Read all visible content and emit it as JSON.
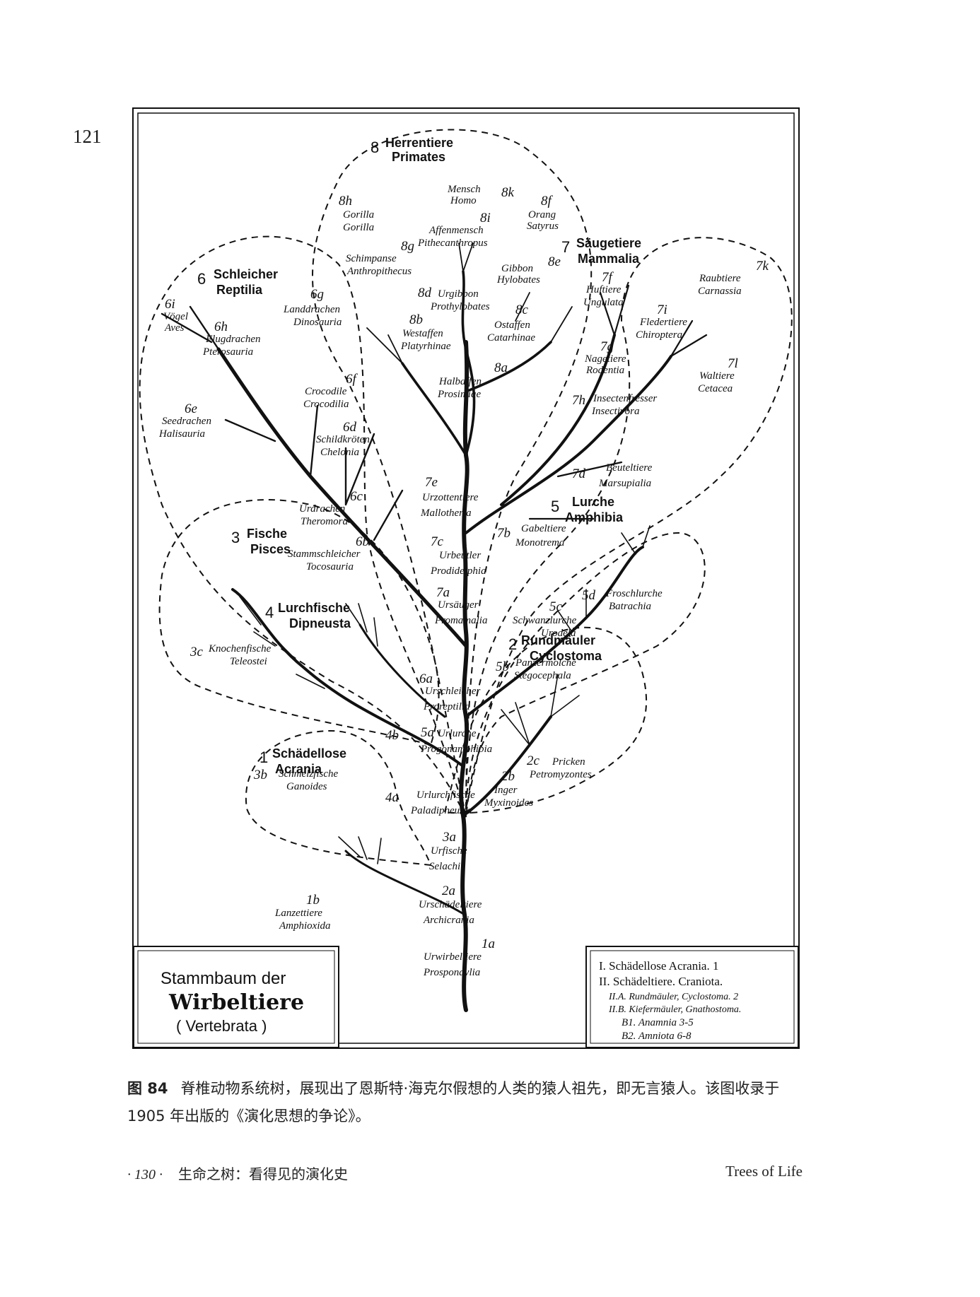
{
  "page_number": "121",
  "title_box": {
    "line1": "Stammbaum der",
    "line2": "Wirbeltiere",
    "line3": "( Vertebrata )"
  },
  "legend_box": {
    "l1": "I. Schädellose Acrania. 1",
    "l2": "II. Schädeltiere. Craniota.",
    "l3": "II.A. Rundmäuler, Cyclostoma. 2",
    "l4": "II.B. Kiefermäuler, Gnathostoma.",
    "l5": "B1. Anamnia 3-5",
    "l6": "B2. Amniota 6-8"
  },
  "groups": {
    "g1": {
      "num": "1",
      "de": "Schädellose",
      "lat": "Acrania"
    },
    "g2": {
      "num": "2",
      "de": "Rundmäuler",
      "lat": "Cyclostoma"
    },
    "g3": {
      "num": "3",
      "de": "Fische",
      "lat": "Pisces"
    },
    "g4": {
      "num": "4",
      "de": "Lurchfische",
      "lat": "Dipneusta"
    },
    "g5": {
      "num": "5",
      "de": "Lurche",
      "lat": "Amphibia"
    },
    "g6": {
      "num": "6",
      "de": "Schleicher",
      "lat": "Reptilia"
    },
    "g7": {
      "num": "7",
      "de": "Säugetiere",
      "lat": "Mammalia"
    },
    "g8": {
      "num": "8",
      "de": "Herrentiere",
      "lat": "Primates"
    }
  },
  "nodes": {
    "n1a": {
      "code": "1a",
      "de": "Urwirbeltiere",
      "lat": "Prospondylia"
    },
    "n1b": {
      "code": "1b",
      "de": "Lanzettiere",
      "lat": "Amphioxida"
    },
    "n2a": {
      "code": "2a",
      "de": "Urschädeltiere",
      "lat": "Archicrania"
    },
    "n2b": {
      "code": "2b",
      "de": "Inger",
      "lat": "Myxinoides"
    },
    "n2c": {
      "code": "2c",
      "de": "Pricken",
      "lat": "Petromyzontes"
    },
    "n3a": {
      "code": "3a",
      "de": "Urfische",
      "lat": "Selachii"
    },
    "n3b": {
      "code": "3b",
      "de": "Schmelzfische",
      "lat": "Ganoides"
    },
    "n3c": {
      "code": "3c",
      "de": "Knochenfische",
      "lat": "Teleostei"
    },
    "n4a": {
      "code": "4a",
      "de": "Urlurchfische",
      "lat": "Paladipneusta"
    },
    "n4b": {
      "code": "4b"
    },
    "n5a": {
      "code": "5a",
      "de": "Urlurche",
      "lat": "Progonamphibia"
    },
    "n5b": {
      "code": "5b",
      "de": "Panzermolche",
      "lat": "Stegocephala"
    },
    "n5c": {
      "code": "5c",
      "de": "Schwanzlurche",
      "lat": "Urodela"
    },
    "n5d": {
      "code": "5d",
      "de": "Froschlurche",
      "lat": "Batrachia"
    },
    "n6a": {
      "code": "6a",
      "de": "Urschleicher",
      "lat": "Proreptilia"
    },
    "n6b": {
      "code": "6b",
      "de": "Stammschleicher",
      "lat": "Tocosauria"
    },
    "n6c": {
      "code": "6c",
      "de": "Urdrachen",
      "lat": "Theromora"
    },
    "n6d": {
      "code": "6d",
      "de": "Schildkröten",
      "lat": "Chelonia"
    },
    "n6e": {
      "code": "6e",
      "de": "Seedrachen",
      "lat": "Halisauria"
    },
    "n6f": {
      "code": "6f",
      "de": "Crocodile",
      "lat": "Crocodilia"
    },
    "n6g": {
      "code": "6g",
      "de": "Landdrachen",
      "lat": "Dinosauria"
    },
    "n6h": {
      "code": "6h",
      "de": "Flugdrachen",
      "lat": "Pterosauria"
    },
    "n6i": {
      "code": "6i",
      "de": "Vögel",
      "lat": "Aves"
    },
    "n7a": {
      "code": "7a",
      "de": "Ursäuger",
      "lat": "Promamalia"
    },
    "n7b": {
      "code": "7b",
      "de": "Gabeltiere",
      "lat": "Monotrema"
    },
    "n7c": {
      "code": "7c",
      "de": "Urbeutler",
      "lat": "Prodidelphia"
    },
    "n7d": {
      "code": "7d",
      "de": "Beuteltiere",
      "lat": "Marsupialia"
    },
    "n7e": {
      "code": "7e",
      "de": "Urzottentiere",
      "lat": "Mallotheria"
    },
    "n7f": {
      "code": "7f",
      "de": "Huftiere",
      "lat": "Ungulata"
    },
    "n7g": {
      "code": "7g",
      "de": "Nagetiere",
      "lat": "Rodentia"
    },
    "n7h": {
      "code": "7h",
      "de": "Insectenfresser",
      "lat": "Insectivora"
    },
    "n7i": {
      "code": "7i",
      "de": "Fledertiere",
      "lat": "Chiroptera"
    },
    "n7k": {
      "code": "7k",
      "de": "Raubtiere",
      "lat": "Carnassia"
    },
    "n7l": {
      "code": "7l",
      "de": "Waltiere",
      "lat": "Cetacea"
    },
    "n8a": {
      "code": "8a",
      "de": "Halbaffen",
      "lat": "Prosimiae"
    },
    "n8b": {
      "code": "8b",
      "de": "Westaffen",
      "lat": "Platyrhinae"
    },
    "n8c": {
      "code": "8c",
      "de": "Ostaffen",
      "lat": "Catarhinae"
    },
    "n8d": {
      "code": "8d",
      "de": "Urgibbon",
      "lat": "Prothylobates"
    },
    "n8e": {
      "code": "8e",
      "de": "Gibbon",
      "lat": "Hylobates"
    },
    "n8f": {
      "code": "8f",
      "de": "Orang",
      "lat": "Satyrus"
    },
    "n8g": {
      "code": "8g",
      "de": "Schimpanse",
      "lat": "Anthropithecus"
    },
    "n8h": {
      "code": "8h",
      "de": "Gorilla",
      "lat": "Gorilla"
    },
    "n8i": {
      "code": "8i",
      "de": "Affenmensch",
      "lat": "Pithecanthropus"
    },
    "n8k": {
      "code": "8k",
      "de": "Mensch",
      "lat": "Homo"
    }
  },
  "caption": {
    "label": "图 84",
    "text": "脊椎动物系统树，展现出了恩斯特·海克尔假想的人类的猿人祖先，即无言猿人。该图收录于 1905 年出版的《演化思想的争论》。"
  },
  "footer": {
    "page": "· 130 ·",
    "book": "生命之树：看得见的演化史",
    "right": "Trees of Life"
  }
}
